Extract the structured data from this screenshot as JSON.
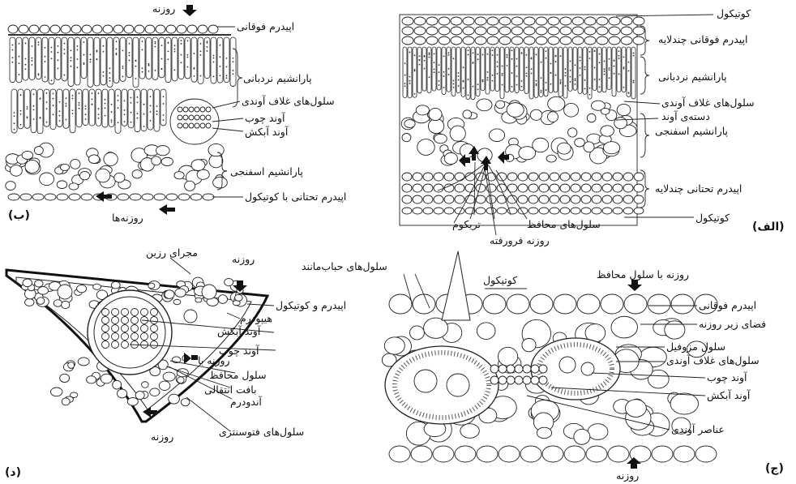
{
  "panels": {
    "b": {
      "letter": "(ب)",
      "labels": {
        "stoma_top": "روزنه",
        "upper_epidermis": "اپیدرم فوقانی",
        "palisade": "پارانشیم نردبانی",
        "sheath": "سلول‌های غلاف آوندی",
        "xylem": "آوند چوب",
        "phloem": "آوند آبکش",
        "spongy": "پارانشیم اسفنجی",
        "lower_epidermis": "اپیدرم تحتانی با کوتیکول",
        "stomata": "روزنه‌ها"
      }
    },
    "alef": {
      "letter": "(الف)",
      "labels": {
        "cuticle_top": "کوتیکول",
        "upper_epidermis": "اپیدرم فوقانی چندلایه",
        "palisade": "پارانشیم نردبانی",
        "sheath": "سلول‌های غلاف آوندی",
        "bundle": "دسته‌ی آوند",
        "spongy": "پارانشیم اسفنجی",
        "lower_epidermis": "اپیدرم تحتانی چندلایه",
        "cuticle_bottom": "کوتیکول",
        "guard_cells": "سلول‌های محافظ",
        "sunken_stoma": "روزنه فرورفته",
        "trichome": "تریکوم"
      }
    },
    "d": {
      "letter": "(د)",
      "labels": {
        "resin_duct": "مجرای رزین",
        "stoma_top": "روزنه",
        "epidermis_cuticle": "اپیدرم و کوتیکول",
        "hypodermis": "هیپودرم",
        "phloem": "آوند آبکش",
        "xylem": "آوند چوب",
        "stoma_with": "روزنه با",
        "guard_cell": "سلول محافظ",
        "transfusion": "بافت انتقالی",
        "endodermis": "آندودرم",
        "photosynthetic": "سلول‌های فتوسنتزی",
        "stoma_bottom": "روزنه"
      }
    },
    "j": {
      "letter": "(ج)",
      "labels": {
        "bubble_cells": "سلول‌های حباب‌مانند",
        "cuticle": "کوتیکول",
        "stoma_guard": "روزنه با سلول محافظ",
        "upper_epidermis": "اپیدرم فوقانی",
        "substomatal": "فضای زیر روزنه",
        "mesophyll": "سلول مزوفیل",
        "sheath": "سلول‌های غلاف آوندی",
        "xylem": "آوند چوب",
        "phloem": "آوند آبکش",
        "vascular_elements": "عناصر آوندی",
        "stoma_bottom": "روزنه"
      }
    }
  }
}
